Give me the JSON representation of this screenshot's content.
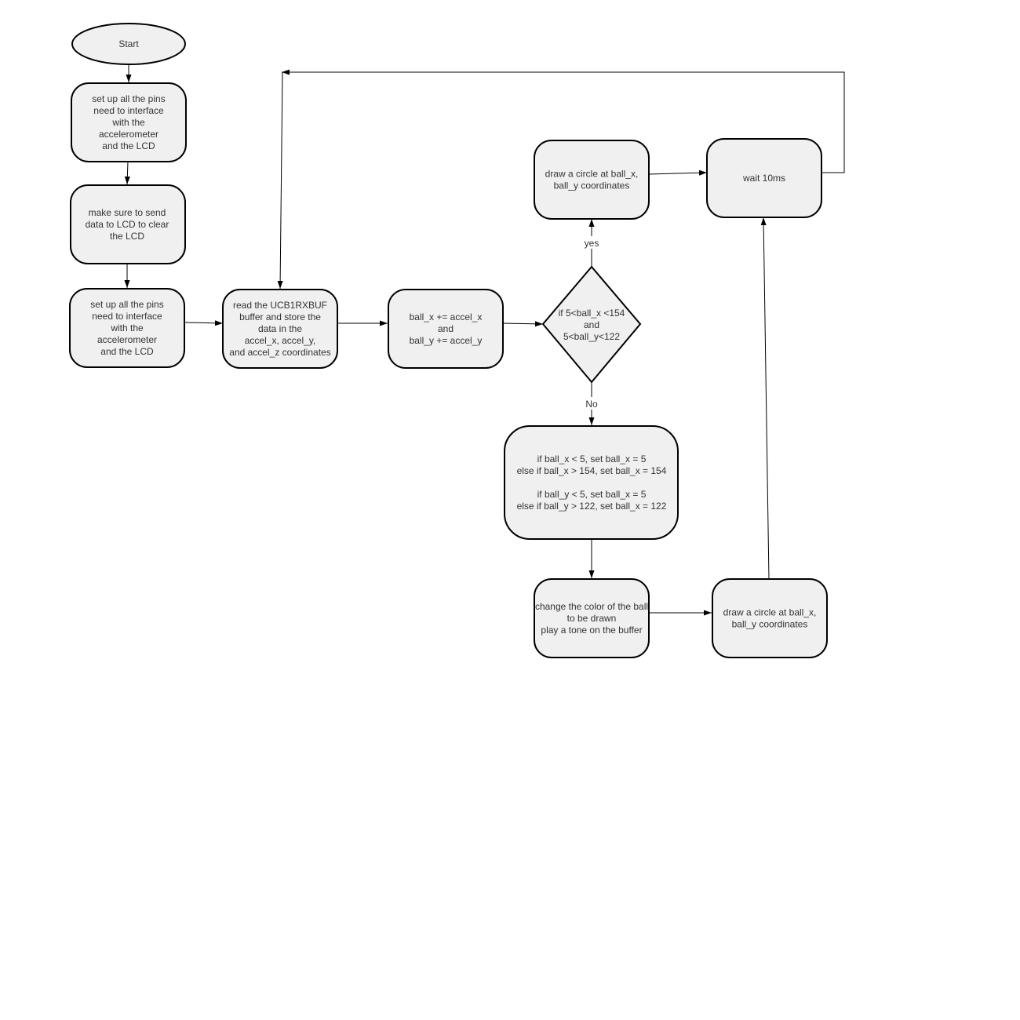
{
  "nodes": {
    "start": {
      "lines": [
        "Start"
      ]
    },
    "setup_pins_1": {
      "lines": [
        "set up all the pins",
        "need to interface",
        "with the",
        "accelerometer",
        "and the LCD"
      ]
    },
    "clear_lcd": {
      "lines": [
        "make sure to send",
        "data to LCD to clear",
        "the LCD"
      ]
    },
    "setup_pins_2": {
      "lines": [
        "set up all the pins",
        "need to interface",
        "with the",
        "accelerometer",
        "and the LCD"
      ]
    },
    "read_buffer": {
      "lines": [
        "read the UCB1RXBUF",
        "buffer and store the",
        "data in the",
        "accel_x, accel_y,",
        "and accel_z coordinates"
      ]
    },
    "update_ball": {
      "lines": [
        "ball_x += accel_x",
        "and",
        "ball_y += accel_y"
      ]
    },
    "bounds_check": {
      "lines": [
        "if 5<ball_x <154",
        "and",
        "5<ball_y<122"
      ]
    },
    "draw_circle_yes": {
      "lines": [
        "draw a circle at ball_x,",
        "ball_y coordinates"
      ]
    },
    "wait": {
      "lines": [
        "wait 10ms"
      ]
    },
    "clamp": {
      "lines": [
        "if ball_x < 5, set ball_x = 5",
        "else if ball_x > 154, set ball_x = 154",
        "",
        "if ball_y < 5, set ball_x = 5",
        "else if ball_y > 122, set ball_x = 122"
      ]
    },
    "change_color": {
      "lines": [
        "change the color of the ball",
        "to be drawn",
        "play a tone on the buffer"
      ]
    },
    "draw_circle_no": {
      "lines": [
        "draw a circle at ball_x,",
        "ball_y coordinates"
      ]
    }
  },
  "edge_labels": {
    "yes": "yes",
    "no": "No"
  }
}
